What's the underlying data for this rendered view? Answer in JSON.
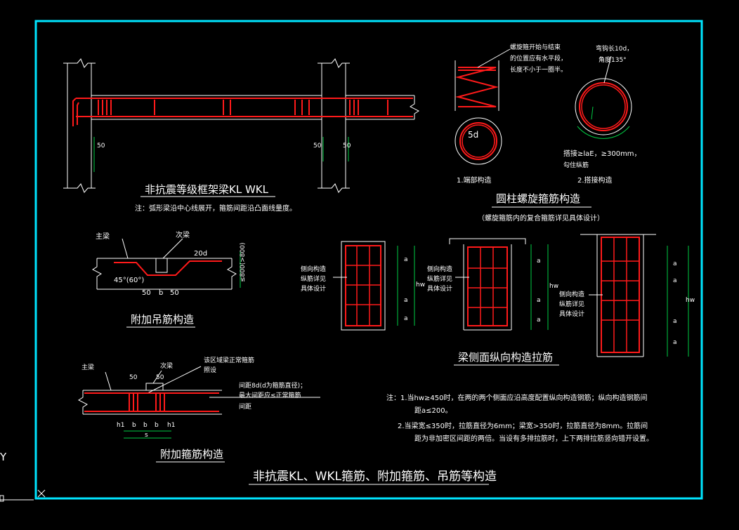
{
  "colors": {
    "background": "#000000",
    "frame": "#00e5ff",
    "rebar": "#ff1a1a",
    "lines": "#ffffff",
    "dim": "#00cc44"
  },
  "ucs_label": "Y",
  "beam_kl": {
    "title": "非抗震等级框架梁KL WKL",
    "note": "注：弧形梁沿中心线展开，箍筋间距沿凸面线量度。",
    "dim_left": "50",
    "dim_mid": "50",
    "dim_right": "50"
  },
  "spiral": {
    "note_lines": [
      "螺旋箍开始与结束",
      "的位置应有水平段，",
      "长度不小于一圈半。"
    ],
    "hook_lines": [
      "弯钩长10d，",
      "角度135°"
    ],
    "d_label": "5d",
    "lap_lines": [
      "搭接≥laE，≥300mm，",
      "勾住纵筋"
    ],
    "cap1": "1.端部构造",
    "cap2": "2.搭接构造",
    "title": "圆柱螺旋箍筋构造",
    "subtitle": "（螺旋箍筋内的复合箍筋详见具体设计）"
  },
  "hanger": {
    "main_label": "主梁",
    "sec_label": "次梁",
    "d20": "20d",
    "angle": "45°(60°)",
    "b_dims": [
      "50",
      "b",
      "50"
    ],
    "side_dim": "≤800(>800)",
    "title": "附加吊筋构造"
  },
  "side_bars": {
    "left_label": [
      "侧向构造",
      "纵筋详见",
      "具体设计"
    ],
    "a": "a",
    "hw": "hw",
    "title": "梁侧面纵向构造拉筋"
  },
  "stirrup_add": {
    "main_label": "主梁",
    "sec_label": "次梁",
    "zone_lines": [
      "该区域梁正常箍筋",
      "照设"
    ],
    "d50a": "50",
    "d50b": "50",
    "spacing_lines": [
      "间距8d(d为箍筋直径)；",
      "最大间距应≤正常箍筋",
      "间距"
    ],
    "bottom_dims": [
      "h1",
      "b",
      "b",
      "b",
      "h1"
    ],
    "s_label": "s",
    "title": "附加箍筋构造"
  },
  "notes": {
    "n1a": "注：1.当hw≥450时，在两的两个侧面应沿高度配置纵向构造钢筋；纵向构造钢筋间",
    "n1b": "距a≤200。",
    "n2a": "2.当梁宽≤350时，拉筋直径为6mm；梁宽>350时，拉筋直径为8mm。拉筋间",
    "n2b": "距为非加密区间距的两倍。当设有多排拉筋时，上下两排拉筋竖向错开设置。"
  },
  "sheet_title": "非抗震KL、WKL箍筋、附加箍筋、吊筋等构造"
}
